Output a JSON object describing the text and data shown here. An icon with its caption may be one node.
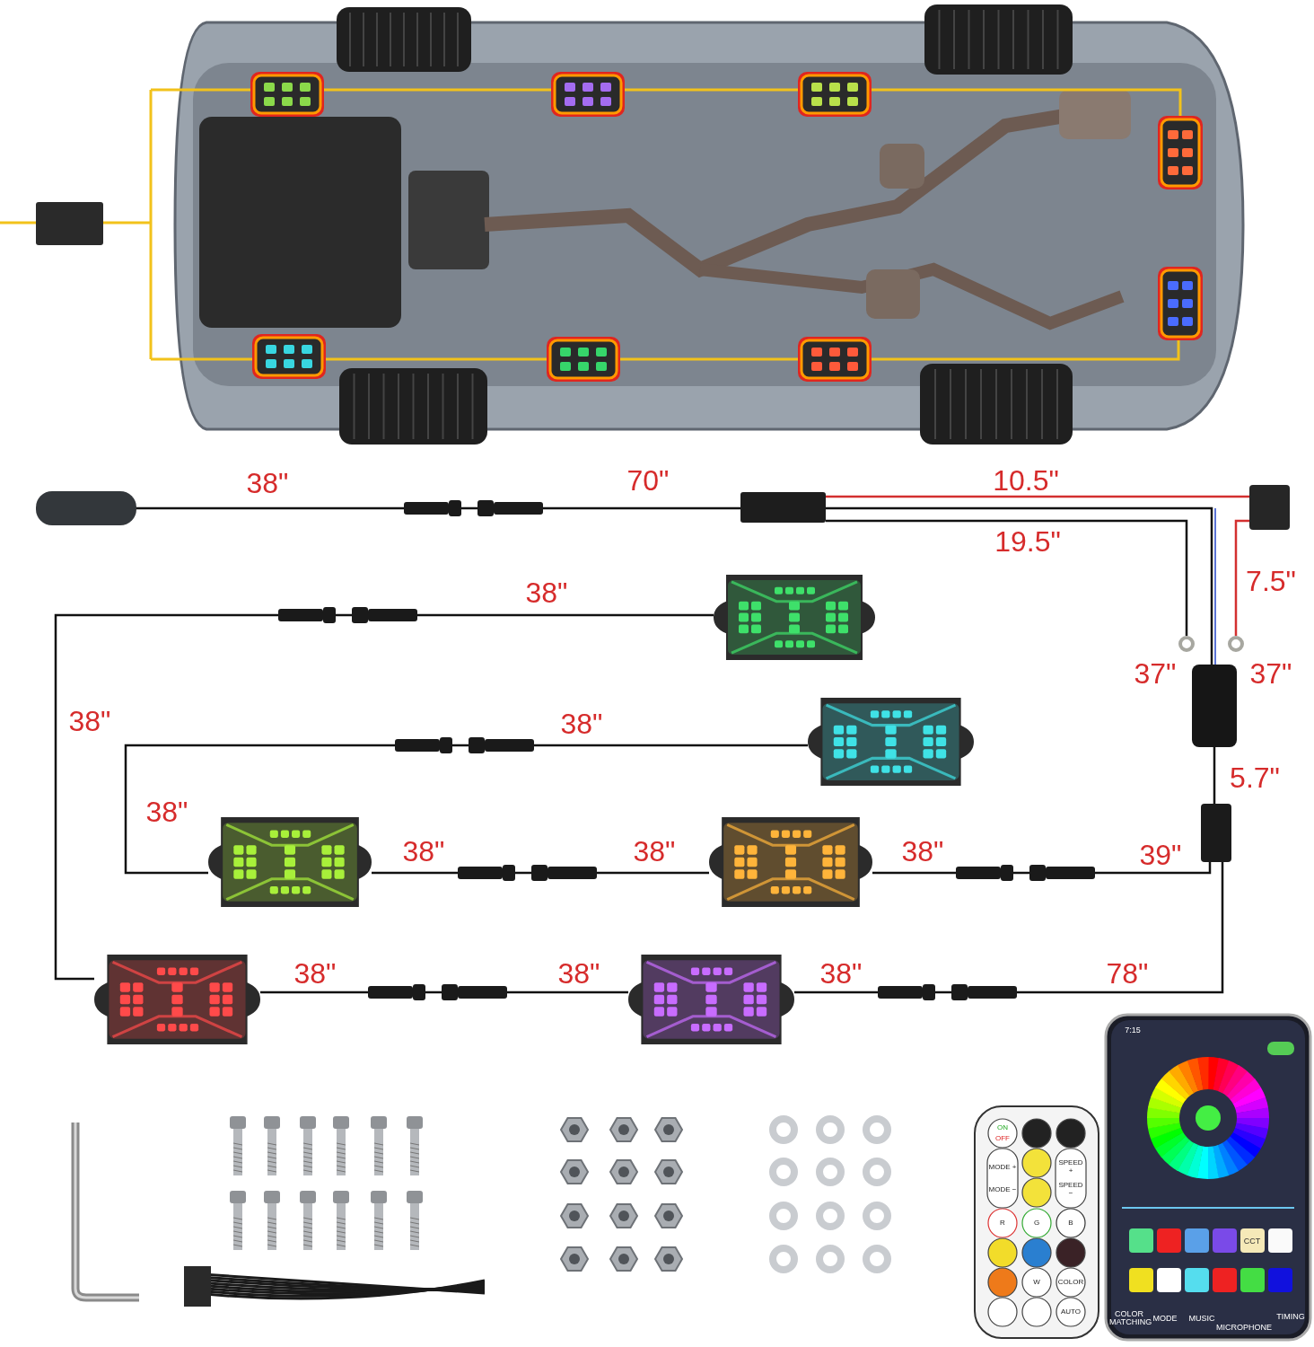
{
  "diagram": {
    "nodes": [
      {
        "text": [],
        "shape": "box"
      },
      {
        "text": [],
        "shape": "box"
      },
      {
        "text": [],
        "shape": "box"
      },
      {
        "text": [],
        "shape": "circle"
      },
      {
        "text": [],
        "shape": "circle"
      },
      {
        "text": [],
        "shape": "box"
      },
      {
        "text": [],
        "shape": "box"
      },
      {
        "text": [],
        "shape": "picture"
      },
      {
        "text": [],
        "shape": "picture"
      },
      {
        "text": [],
        "shape": "picture"
      },
      {
        "text": [],
        "shape": "picture"
      },
      {
        "text": [],
        "shape": "picture"
      },
      {
        "text": [],
        "shape": "picture"
      }
    ],
    "edges": [
      {
        "from": 0,
        "to": 1,
        "arrow": "none"
      },
      {
        "from": 1,
        "to": 2,
        "arrow": "none",
        "color": "#d32f2f"
      },
      {
        "from": 1,
        "to": 3,
        "arrow": "none"
      },
      {
        "from": 1,
        "to": 5,
        "arrow": "none"
      },
      {
        "from": 2,
        "to": 4,
        "arrow": "none",
        "color": "#d32f2f"
      },
      {
        "from": 5,
        "to": 6,
        "arrow": "none"
      },
      {
        "from": 6,
        "to": 10,
        "arrow": "none"
      },
      {
        "from": 10,
        "to": 9,
        "arrow": "none"
      },
      {
        "from": 9,
        "to": 8,
        "arrow": "none"
      },
      {
        "from": 6,
        "to": 12,
        "arrow": "none"
      },
      {
        "from": 12,
        "to": 11,
        "arrow": "none"
      },
      {
        "from": 11,
        "to": 7,
        "arrow": "none"
      }
    ],
    "labels": [
      "38\"",
      "70\"",
      "10.5\"",
      "19.5\"",
      "38\"",
      "7.5\"",
      "37\"",
      "37\"",
      "38\"",
      "38\"",
      "5.7\"",
      "38\"",
      "38\"",
      "38\"",
      "38\"",
      "39\"",
      "38\"",
      "38\"",
      "38\"",
      "78\"",
      "7:15",
      "ON",
      "OFF",
      "MODE +",
      "SPEED +",
      "MODE −",
      "SPEED −",
      "R",
      "G",
      "B",
      "CCT",
      "W",
      "COLOR",
      "AUTO",
      "COLOR MATCHING",
      "MODE",
      "MUSIC",
      "MICROPHONE",
      "TIMING"
    ]
  }
}
